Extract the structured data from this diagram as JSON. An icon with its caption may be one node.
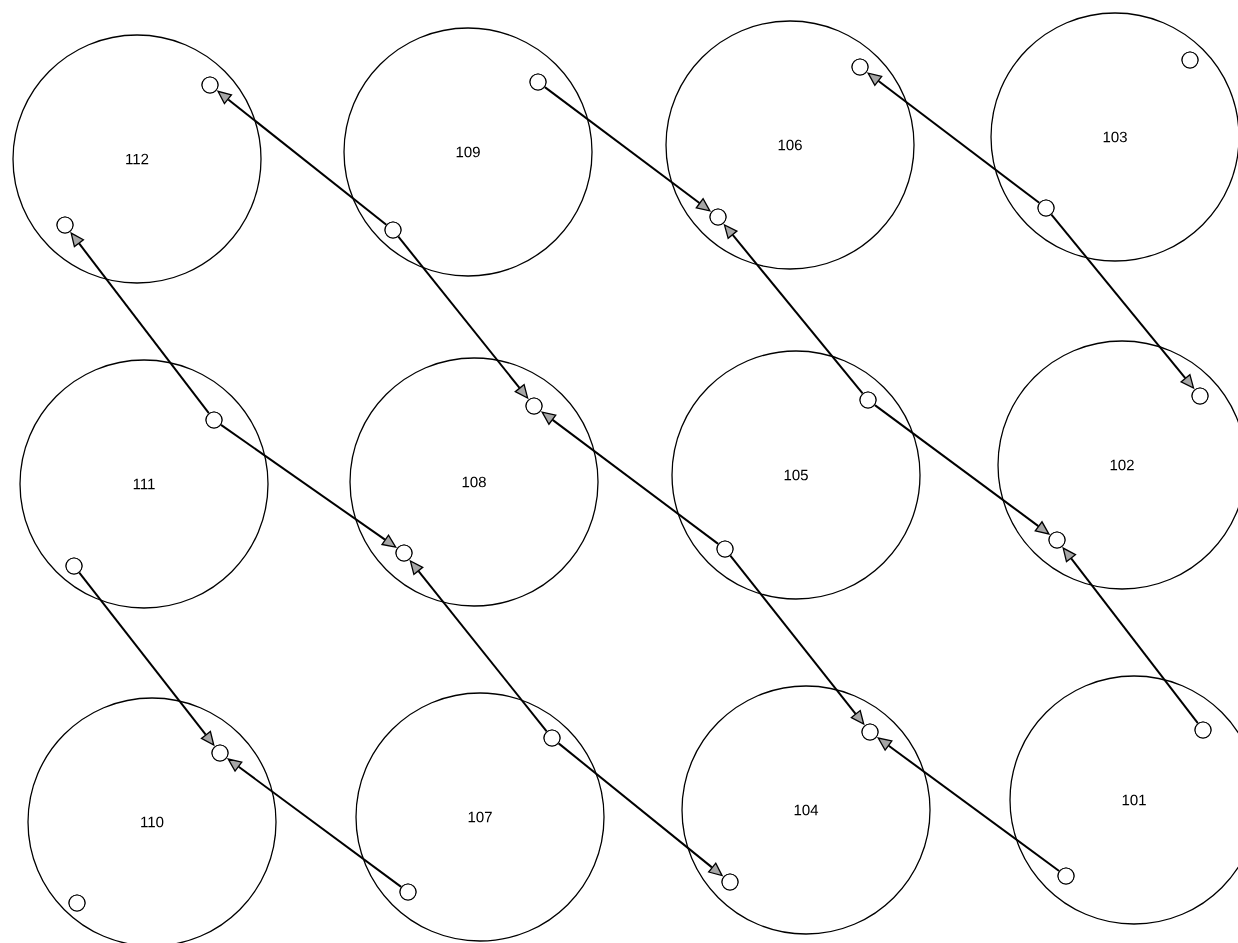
{
  "diagram": {
    "nodes": [
      {
        "text": [
          "112"
        ]
      },
      {
        "text": [
          "109"
        ]
      },
      {
        "text": [
          "106"
        ]
      },
      {
        "text": [
          "103"
        ]
      },
      {
        "text": [
          "111"
        ]
      },
      {
        "text": [
          "108"
        ]
      },
      {
        "text": [
          "105"
        ]
      },
      {
        "text": [
          "102"
        ]
      },
      {
        "text": [
          "110"
        ]
      },
      {
        "text": [
          "107"
        ]
      },
      {
        "text": [
          "104"
        ]
      },
      {
        "text": [
          "101"
        ]
      },
      {
        "text": [],
        "shape": "circle",
        "in": 0
      },
      {
        "text": [],
        "shape": "circle",
        "in": 0
      },
      {
        "text": [],
        "shape": "circle",
        "in": 1
      },
      {
        "text": [],
        "shape": "circle",
        "in": 1
      },
      {
        "text": [],
        "shape": "circle",
        "in": 2
      },
      {
        "text": [],
        "shape": "circle",
        "in": 2
      },
      {
        "text": [],
        "shape": "circle",
        "in": 3
      },
      {
        "text": [],
        "shape": "circle",
        "in": 3
      },
      {
        "text": [],
        "shape": "circle",
        "in": 4
      },
      {
        "text": [],
        "shape": "circle",
        "in": 4
      },
      {
        "text": [],
        "shape": "circle",
        "in": 5
      },
      {
        "text": [],
        "shape": "circle",
        "in": 5
      },
      {
        "text": [],
        "shape": "circle",
        "in": 6
      },
      {
        "text": [],
        "shape": "circle",
        "in": 6
      },
      {
        "text": [],
        "shape": "circle",
        "in": 7
      },
      {
        "text": [],
        "shape": "circle",
        "in": 7
      },
      {
        "text": [],
        "shape": "circle",
        "in": 8
      },
      {
        "text": [],
        "shape": "circle",
        "in": 8
      },
      {
        "text": [],
        "shape": "circle",
        "in": 9
      },
      {
        "text": [],
        "shape": "circle",
        "in": 9
      },
      {
        "text": [],
        "shape": "circle",
        "in": 10
      },
      {
        "text": [],
        "shape": "circle",
        "in": 10
      },
      {
        "text": [],
        "shape": "circle",
        "in": 11
      },
      {
        "text": [],
        "shape": "circle",
        "in": 11
      }
    ],
    "edges": [
      {
        "from": 15,
        "to": 12,
        "arrow": "to"
      },
      {
        "from": 15,
        "to": 22,
        "arrow": "to"
      },
      {
        "from": 25,
        "to": 22,
        "arrow": "to"
      },
      {
        "from": 25,
        "to": 32,
        "arrow": "to"
      },
      {
        "from": 35,
        "to": 32,
        "arrow": "to"
      },
      {
        "from": 14,
        "to": 17,
        "arrow": "to"
      },
      {
        "from": 24,
        "to": 17,
        "arrow": "to"
      },
      {
        "from": 24,
        "to": 27,
        "arrow": "to"
      },
      {
        "from": 34,
        "to": 27,
        "arrow": "to"
      },
      {
        "from": 19,
        "to": 16,
        "arrow": "to"
      },
      {
        "from": 19,
        "to": 26,
        "arrow": "to"
      },
      {
        "from": 20,
        "to": 13,
        "arrow": "to"
      },
      {
        "from": 20,
        "to": 23,
        "arrow": "to"
      },
      {
        "from": 30,
        "to": 23,
        "arrow": "to"
      },
      {
        "from": 30,
        "to": 33,
        "arrow": "to"
      },
      {
        "from": 21,
        "to": 28,
        "arrow": "to"
      },
      {
        "from": 31,
        "to": 28,
        "arrow": "to"
      }
    ]
  }
}
